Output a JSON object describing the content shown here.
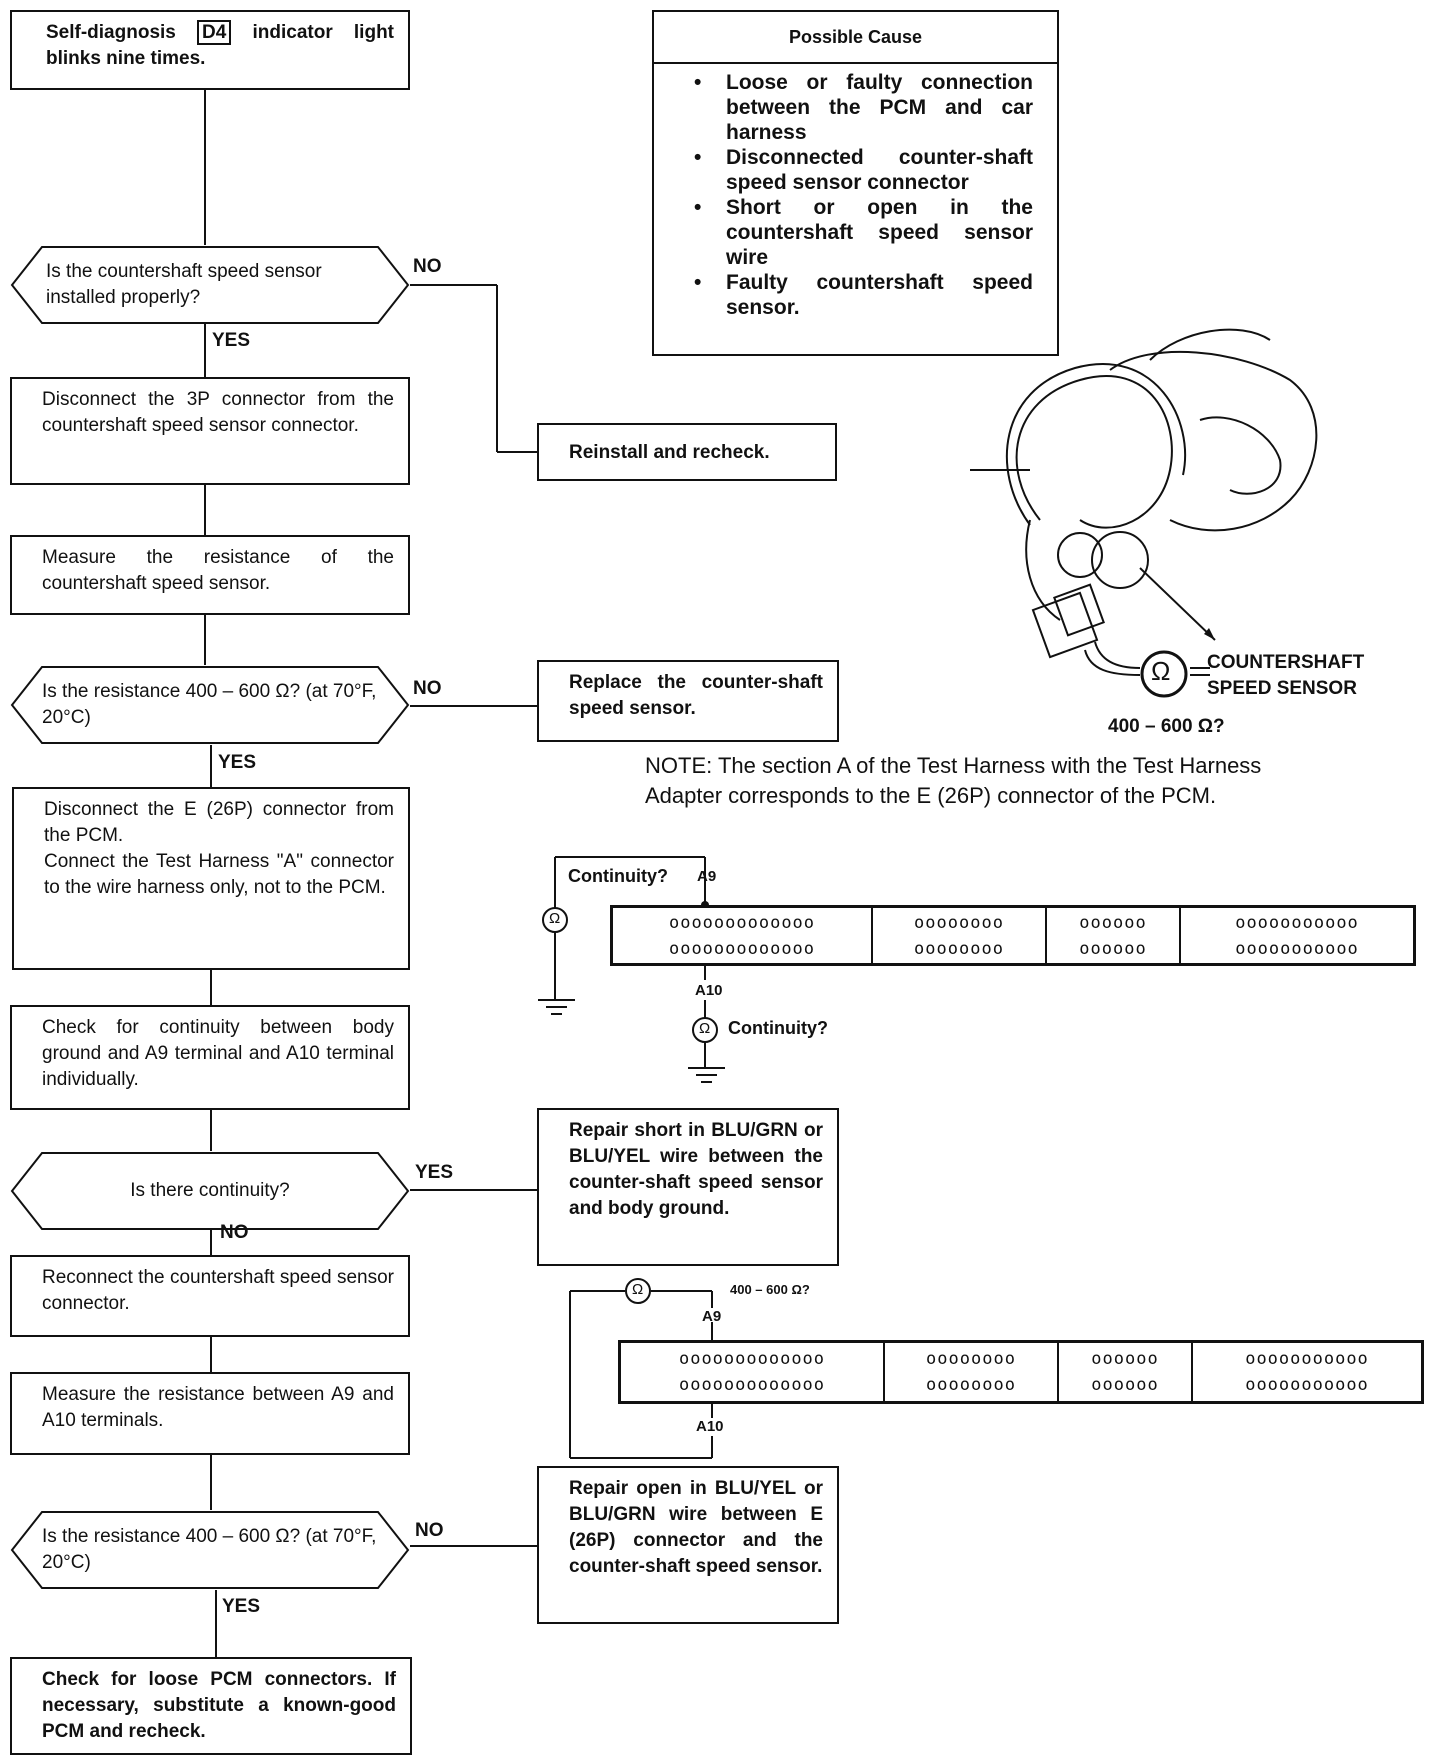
{
  "flow": {
    "start": {
      "pre": "Self-diagnosis",
      "badge": "D4",
      "post": "indicator light blinks nine times."
    },
    "q_installed": "Is the countershaft speed sensor installed properly?",
    "a_disconnect_3p": "Disconnect the 3P connector from the countershaft speed sensor connector.",
    "a_reinstall": "Reinstall and recheck.",
    "a_measure_sensor": "Measure the resistance of the countershaft speed sensor.",
    "q_resistance_1": "Is the resistance 400 – 600 Ω? (at 70°F, 20°C)",
    "a_replace": "Replace the counter-shaft speed sensor.",
    "a_disconnect_e": "Disconnect the E (26P) connector from the PCM.\nConnect the Test Harness \"A\" connector to the wire harness only, not to the PCM.",
    "a_check_continuity": "Check for continuity between body ground and A9 terminal and A10 terminal individually.",
    "q_continuity": "Is there continuity?",
    "a_repair_short": "Repair short in BLU/GRN or BLU/YEL wire between the counter-shaft speed sensor and body ground.",
    "a_reconnect": "Reconnect the countershaft speed sensor connector.",
    "a_measure_a9_a10": "Measure the resistance between A9 and A10 terminals.",
    "q_resistance_2": "Is the resistance 400 – 600 Ω? (at 70°F, 20°C)",
    "a_repair_open": "Repair open in BLU/YEL or BLU/GRN wire between E (26P) connector and the counter-shaft speed sensor.",
    "a_check_pcm": "Check for loose PCM connectors. If necessary, substitute a known-good PCM and recheck."
  },
  "labels": {
    "yes": "YES",
    "no": "NO"
  },
  "causes": {
    "heading": "Possible Cause",
    "items": [
      "Loose or faulty connection between the PCM and car harness",
      "Disconnected counter-shaft speed sensor connector",
      "Short or open in the countershaft speed sensor wire",
      "Faulty countershaft speed sensor."
    ]
  },
  "sensor": {
    "caption_1": "COUNTERSHAFT",
    "caption_2": "SPEED SENSOR",
    "range": "400 – 600 Ω?",
    "ohm": "Ω"
  },
  "note": "NOTE: The section A of the Test Harness with the Test Harness Adapter corresponds to the E (26P) connector of the PCM.",
  "harness1": {
    "continuity_top": "Continuity?",
    "pin_top": "A9",
    "pin_bottom": "A10",
    "continuity_bottom": "Continuity?",
    "ohm": "Ω"
  },
  "harness2": {
    "range": "400 – 600 Ω?",
    "pin_top": "A9",
    "pin_bottom": "A10",
    "ohm": "Ω"
  },
  "connector": {
    "segments": [
      {
        "row1": "ooooooooooooo",
        "row2": "ooooooooooooo"
      },
      {
        "row1": "oooooooo",
        "row2": "oooooooo"
      },
      {
        "row1": "oooooo",
        "row2": "oooooo"
      },
      {
        "row1": "ooooooooooo",
        "row2": "ooooooooooo"
      }
    ]
  }
}
